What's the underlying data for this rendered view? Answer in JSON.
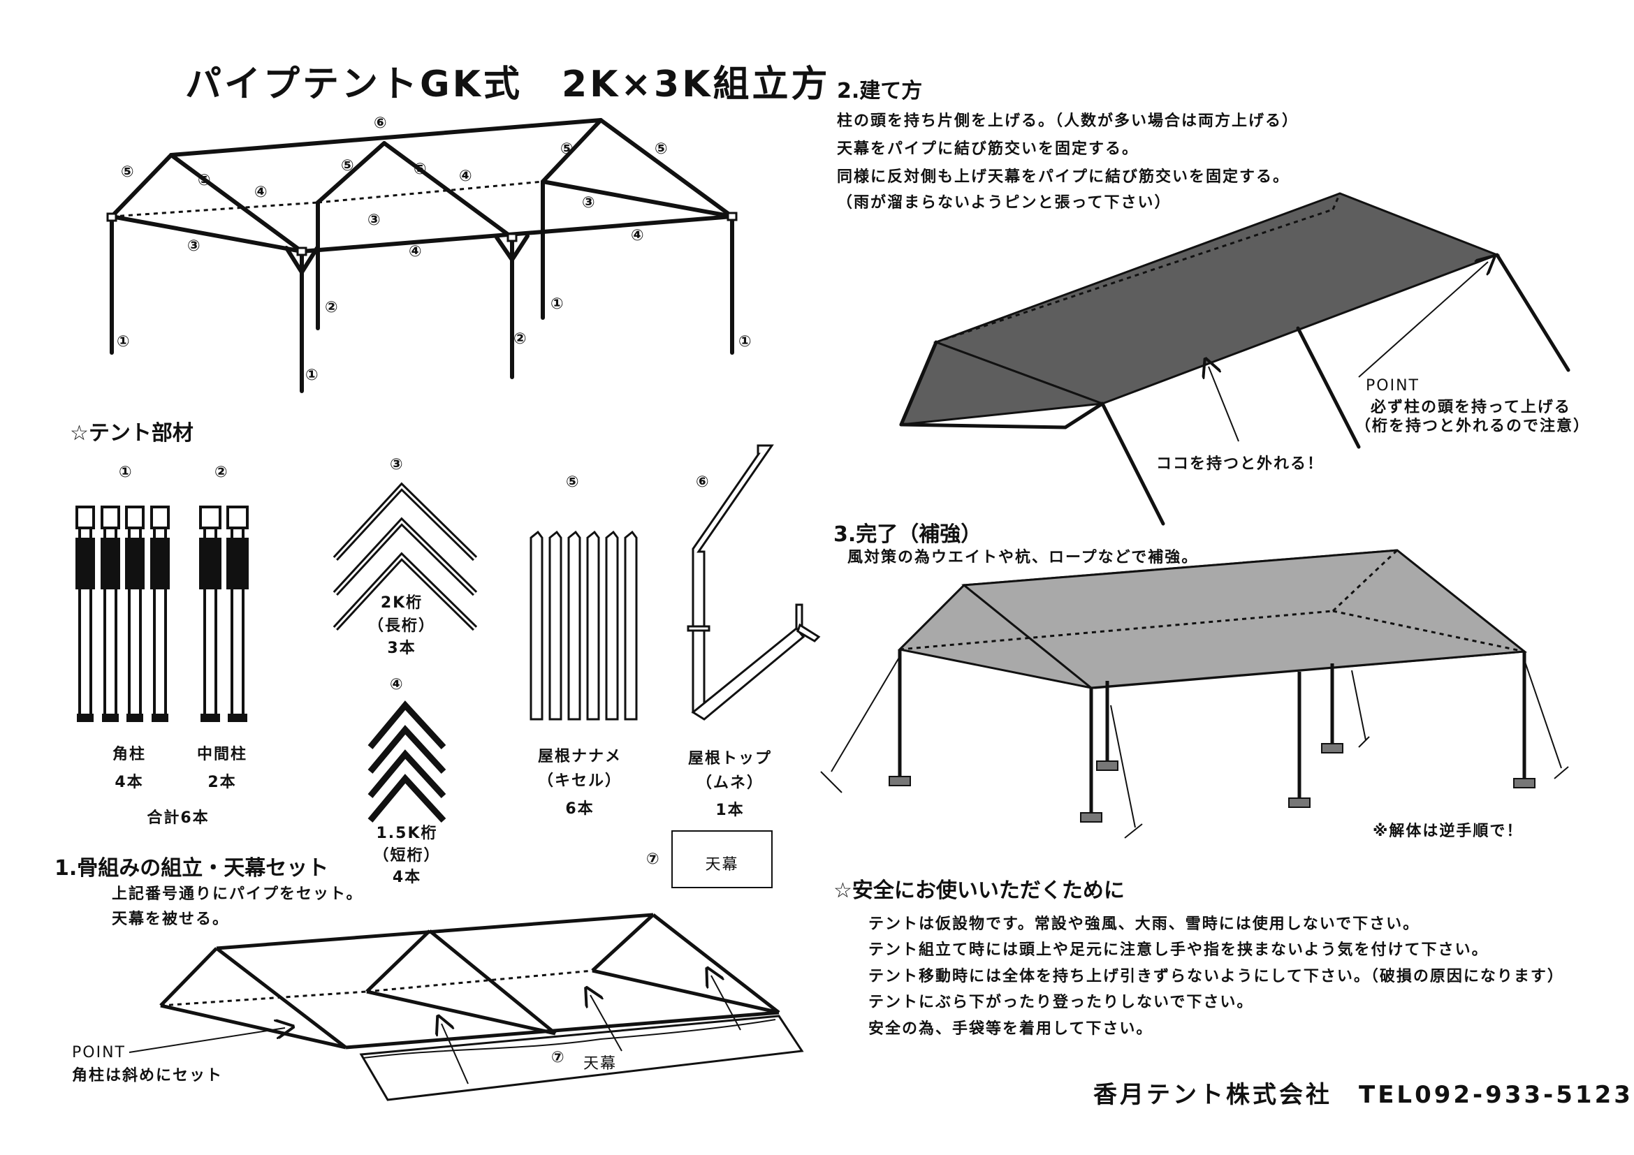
{
  "title": "パイプテントGK式　2K×3K組立方",
  "numbers": {
    "n1": "①",
    "n2": "②",
    "n3": "③",
    "n4": "④",
    "n5": "⑤",
    "n6": "⑥",
    "n7": "⑦"
  },
  "parts": {
    "heading": "☆テント部材",
    "p1": {
      "name": "角柱",
      "count": "4本"
    },
    "p2": {
      "name": "中間柱",
      "count": "2本"
    },
    "total": "合計6本",
    "p3": {
      "name": "2K桁",
      "sub": "（長桁）",
      "count": "3本"
    },
    "p4": {
      "name": "1.5K桁",
      "sub": "（短桁）",
      "count": "4本"
    },
    "p5": {
      "name": "屋根ナナメ",
      "sub": "（キセル）",
      "count": "6本"
    },
    "p6": {
      "name": "屋根トップ",
      "sub": "（ムネ）",
      "count": "1本"
    },
    "p7": {
      "name": "天幕"
    }
  },
  "step1": {
    "heading": "1.骨組みの組立・天幕セット",
    "line1": "上記番号通りにパイプをセット。",
    "line2": "天幕を被せる。",
    "point": "POINT",
    "point_note": "角柱は斜めにセット",
    "canopy": "天幕"
  },
  "step2": {
    "heading": "2.建て方",
    "line1": "柱の頭を持ち片側を上げる。（人数が多い場合は両方上げる）",
    "line2": "天幕をパイプに結び筋交いを固定する。",
    "line3": "同様に反対側も上げ天幕をパイプに結び筋交いを固定する。",
    "line4": "（雨が溜まらないようピンと張って下さい）",
    "point": "POINT",
    "point1": "必ず柱の頭を持って上げる",
    "point2": "（桁を持つと外れるので注意）",
    "warn": "ココを持つと外れる！"
  },
  "step3": {
    "heading": "3.完了（補強）",
    "line1": "風対策の為ウエイトや杭、ロープなどで補強。",
    "note": "※解体は逆手順で！"
  },
  "safety": {
    "heading": "☆安全にお使いいただくために",
    "lines": [
      "テントは仮設物です。常設や強風、大雨、雪時には使用しないで下さい。",
      "テント組立て時には頭上や足元に注意し手や指を挟まないよう気を付けて下さい。",
      "テント移動時には全体を持ち上げ引きずらないようにして下さい。（破損の原因になります）",
      "テントにぶら下がったり登ったりしないで下さい。",
      "安全の為、手袋等を着用して下さい。"
    ]
  },
  "company": "香月テント株式会社　TEL092-933-5123",
  "colors": {
    "ink": "#111111",
    "canopy_dark": "#5e5e5e",
    "canopy_light": "#a9a9a9",
    "weight": "#777777"
  }
}
